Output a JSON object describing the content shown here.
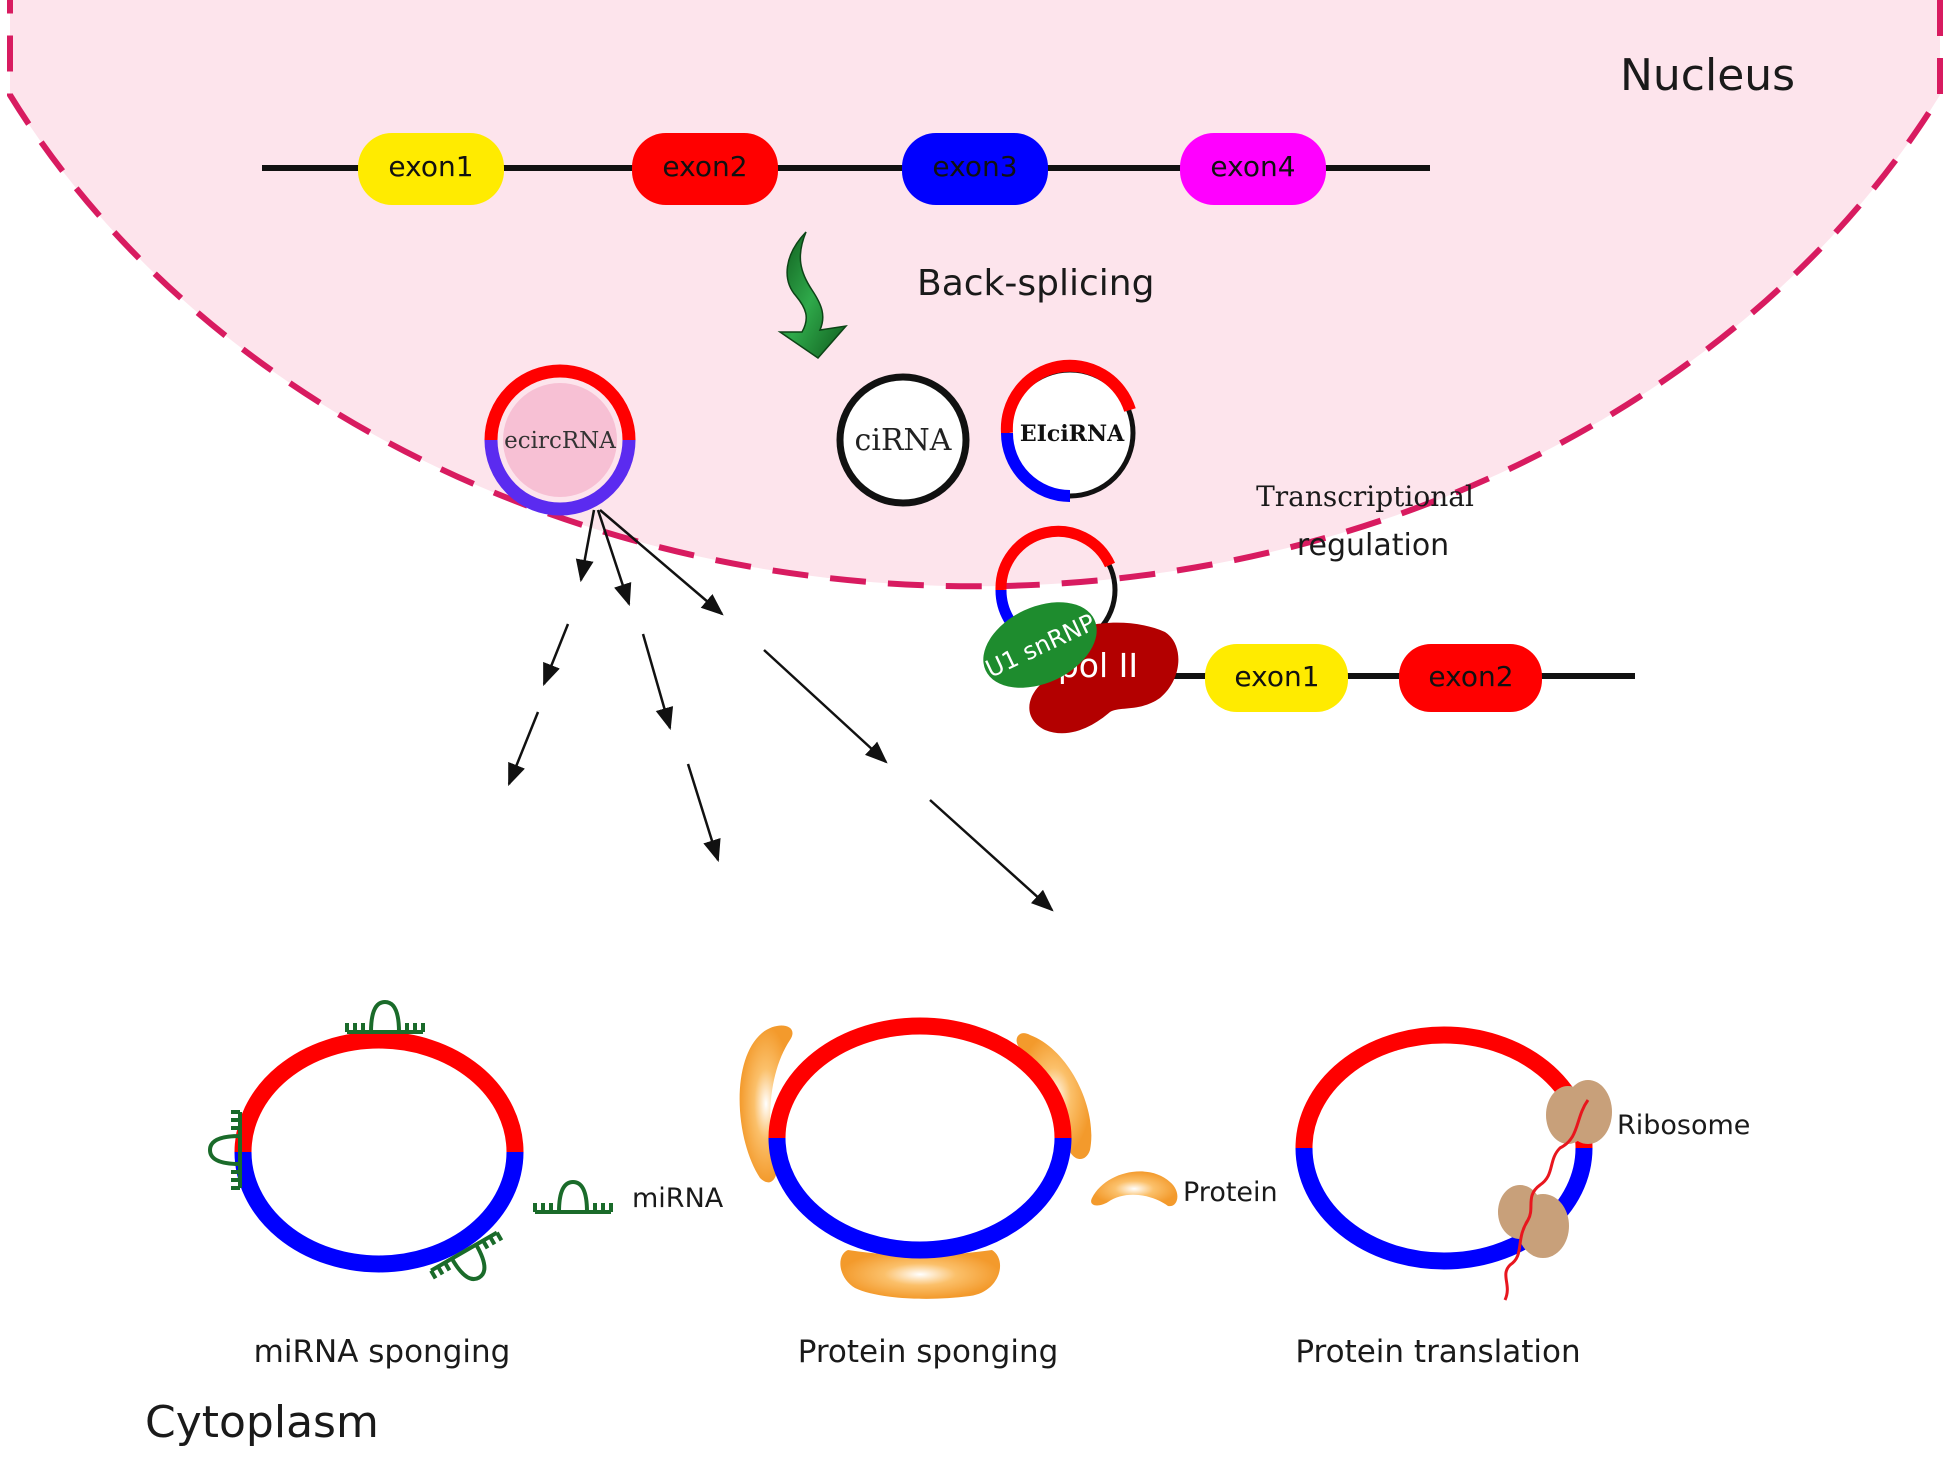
{
  "labels": {
    "nucleus": "Nucleus",
    "cytoplasm": "Cytoplasm",
    "back_splicing": "Back-splicing",
    "transcriptional_1": "Transcriptional",
    "transcriptional_2": "regulation",
    "ecircrna": "ecircRNA",
    "cirna": "ciRNA",
    "eicirna": "EIciRNA",
    "u1_snrnp": "U1 snRNP",
    "pol_ii": "pol II",
    "mirna": "miRNA",
    "protein": "Protein",
    "ribosome": "Ribosome",
    "mirna_sponging": "miRNA sponging",
    "protein_sponging": "Protein sponging",
    "protein_translation": "Protein translation"
  },
  "gene_top": {
    "exons": [
      "exon1",
      "exon2",
      "exon3",
      "exon4"
    ]
  },
  "gene_bottom": {
    "exons": [
      "exon1",
      "exon2"
    ]
  },
  "colors": {
    "nucleus_fill": "#fde4ec",
    "nucleus_border": "#d81b60",
    "exon1": "#ffeb00",
    "exon2": "#ff0000",
    "exon3": "#0000ff",
    "exon4": "#ff00ff",
    "red_arc": "#ff0000",
    "blue_arc": "#0000ff",
    "purple_arc": "#5b2bf0",
    "ecirc_fill": "#f7c0d4",
    "u1_fill": "#1e8c2e",
    "pol_fill": "#b30000",
    "arrow_green": "#1a7a2a",
    "mirna_green": "#1a6b2a",
    "protein_orange": "#f6a13a",
    "ribosome_tan": "#c8a07a"
  }
}
